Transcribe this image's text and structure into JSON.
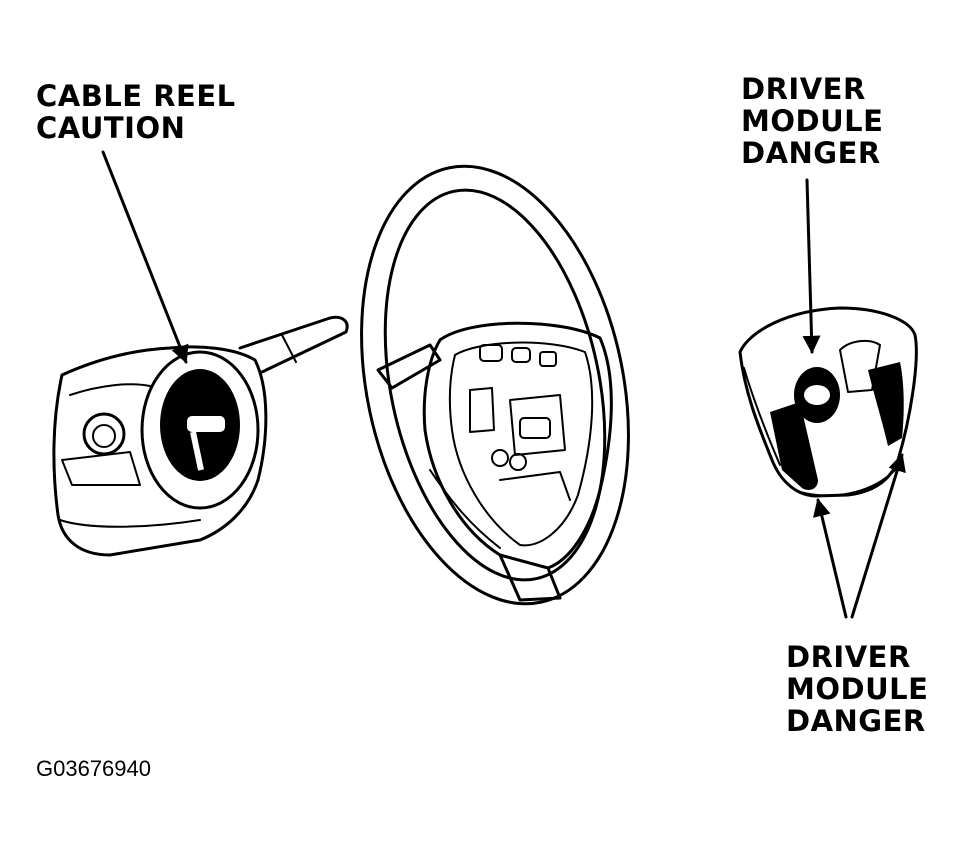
{
  "labels": {
    "cable_reel": [
      "CABLE REEL",
      "CAUTION"
    ],
    "driver_module_top": [
      "DRIVER",
      "MODULE",
      "DANGER"
    ],
    "driver_module_bottom": [
      "DRIVER",
      "MODULE",
      "DANGER"
    ]
  },
  "figure_code": "G03676940"
}
